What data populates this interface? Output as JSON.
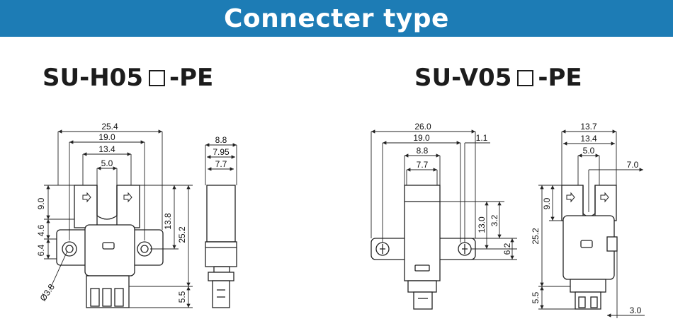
{
  "header": {
    "title": "Connecter type"
  },
  "models": [
    {
      "prefix": "SU-H05",
      "suffix": "-PE"
    },
    {
      "prefix": "SU-V05",
      "suffix": "-PE"
    }
  ],
  "dimensions": {
    "h05_front": {
      "w_total": "25.4",
      "w_mid": "19.0",
      "w_slot": "13.4",
      "w_gap": "5.0",
      "h_top": "9.0",
      "h_mid": "4.6",
      "h_hole": "6.4",
      "h_slot": "13.8",
      "h_total": "25.2",
      "h_pin": "5.5",
      "hole_dia": "Ø3.8"
    },
    "h05_side": {
      "w1": "8.8",
      "w2": "7.95",
      "w3": "7.7"
    },
    "v05_front": {
      "w_total": "26.0",
      "w_mid": "19.0",
      "w_offset": "1.1",
      "w_body": "8.8",
      "w_inner": "7.7",
      "h_slot": "13.0",
      "h_hole": "3.2",
      "h_low": "6.2"
    },
    "v05_side": {
      "w_total": "13.7",
      "w_mid": "13.4",
      "w_gap": "5.0",
      "w_offset": "7.0",
      "h_top": "9.0",
      "h_total": "25.2",
      "h_pin": "5.5",
      "w_pin": "3.0"
    }
  }
}
